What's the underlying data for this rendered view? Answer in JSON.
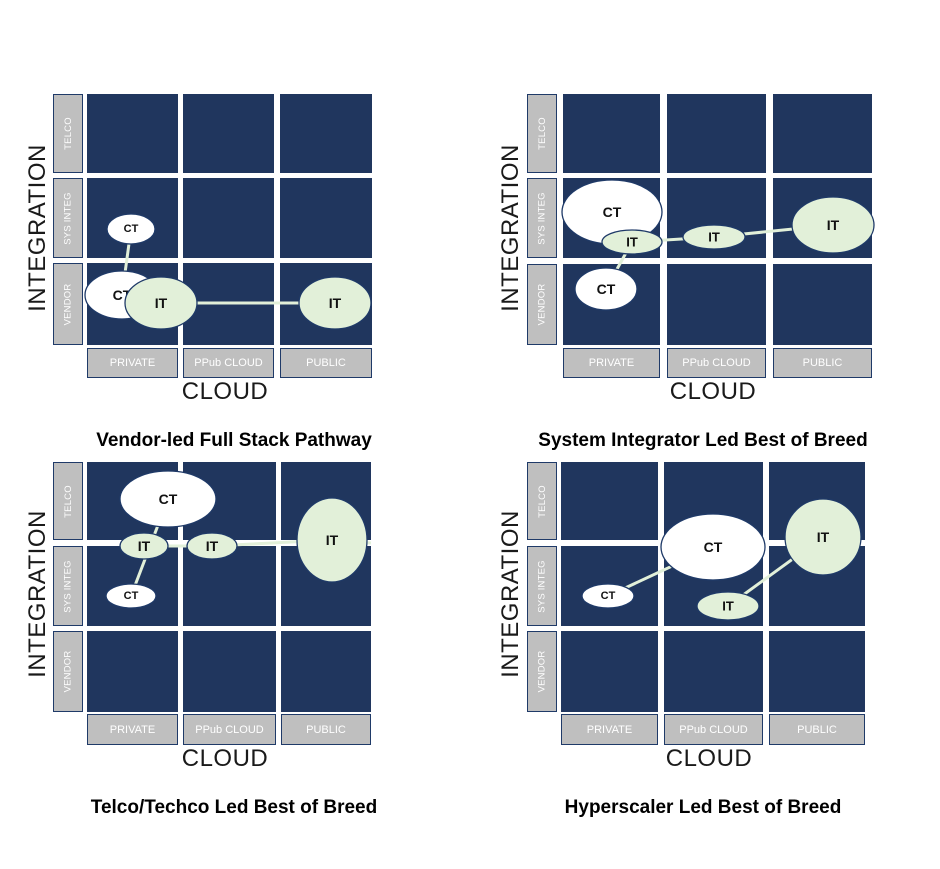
{
  "axis_labels": {
    "y": "INTEGRATION",
    "x": "CLOUD"
  },
  "row_labels": [
    "TELCO",
    "SYS INTEG",
    "VENDOR"
  ],
  "column_labels": [
    "PRIVATE",
    "PPub CLOUD",
    "PUBLIC"
  ],
  "colors": {
    "cell": "#20365e",
    "label_box": "#bfbfbf",
    "ct_fill": "#ffffff",
    "it_fill": "#e2f0d9",
    "bubble_stroke": "#1f3a68",
    "connector": "#e2f0d9"
  },
  "panels": [
    {
      "title": "Vendor-led Full Stack Pathway",
      "bubbles": [
        {
          "label": "CT",
          "kind": "ct",
          "column": "PRIVATE",
          "row": "SYS INTEG"
        },
        {
          "label": "CT",
          "kind": "ct",
          "column": "PRIVATE",
          "row": "VENDOR"
        },
        {
          "label": "IT",
          "kind": "it",
          "column": "PRIVATE",
          "row": "VENDOR"
        },
        {
          "label": "IT",
          "kind": "it",
          "column": "PUBLIC",
          "row": "VENDOR"
        }
      ]
    },
    {
      "title": "System Integrator Led Best of Breed",
      "bubbles": [
        {
          "label": "CT",
          "kind": "ct",
          "column": "PRIVATE",
          "row": "SYS INTEG"
        },
        {
          "label": "IT",
          "kind": "it",
          "column": "PRIVATE",
          "row": "SYS INTEG"
        },
        {
          "label": "CT",
          "kind": "ct",
          "column": "PRIVATE",
          "row": "VENDOR"
        },
        {
          "label": "IT",
          "kind": "it",
          "column": "PPub CLOUD",
          "row": "SYS INTEG"
        },
        {
          "label": "IT",
          "kind": "it",
          "column": "PUBLIC",
          "row": "SYS INTEG"
        }
      ]
    },
    {
      "title": "Telco/Techco Led Best of Breed",
      "bubbles": [
        {
          "label": "CT",
          "kind": "ct",
          "column": "PRIVATE",
          "row": "TELCO"
        },
        {
          "label": "IT",
          "kind": "it",
          "column": "PRIVATE",
          "row": "TELCO / SYS INTEG"
        },
        {
          "label": "CT",
          "kind": "ct",
          "column": "PRIVATE",
          "row": "SYS INTEG"
        },
        {
          "label": "IT",
          "kind": "it",
          "column": "PPub CLOUD",
          "row": "TELCO / SYS INTEG"
        },
        {
          "label": "IT",
          "kind": "it",
          "column": "PUBLIC",
          "row": "TELCO / SYS INTEG"
        }
      ]
    },
    {
      "title": "Hyperscaler Led Best of Breed",
      "bubbles": [
        {
          "label": "CT",
          "kind": "ct",
          "column": "PRIVATE",
          "row": "SYS INTEG"
        },
        {
          "label": "CT",
          "kind": "ct",
          "column": "PPub CLOUD",
          "row": "TELCO / SYS INTEG"
        },
        {
          "label": "IT",
          "kind": "it",
          "column": "PPub CLOUD",
          "row": "SYS INTEG"
        },
        {
          "label": "IT",
          "kind": "it",
          "column": "PUBLIC",
          "row": "TELCO / SYS INTEG"
        }
      ]
    }
  ]
}
